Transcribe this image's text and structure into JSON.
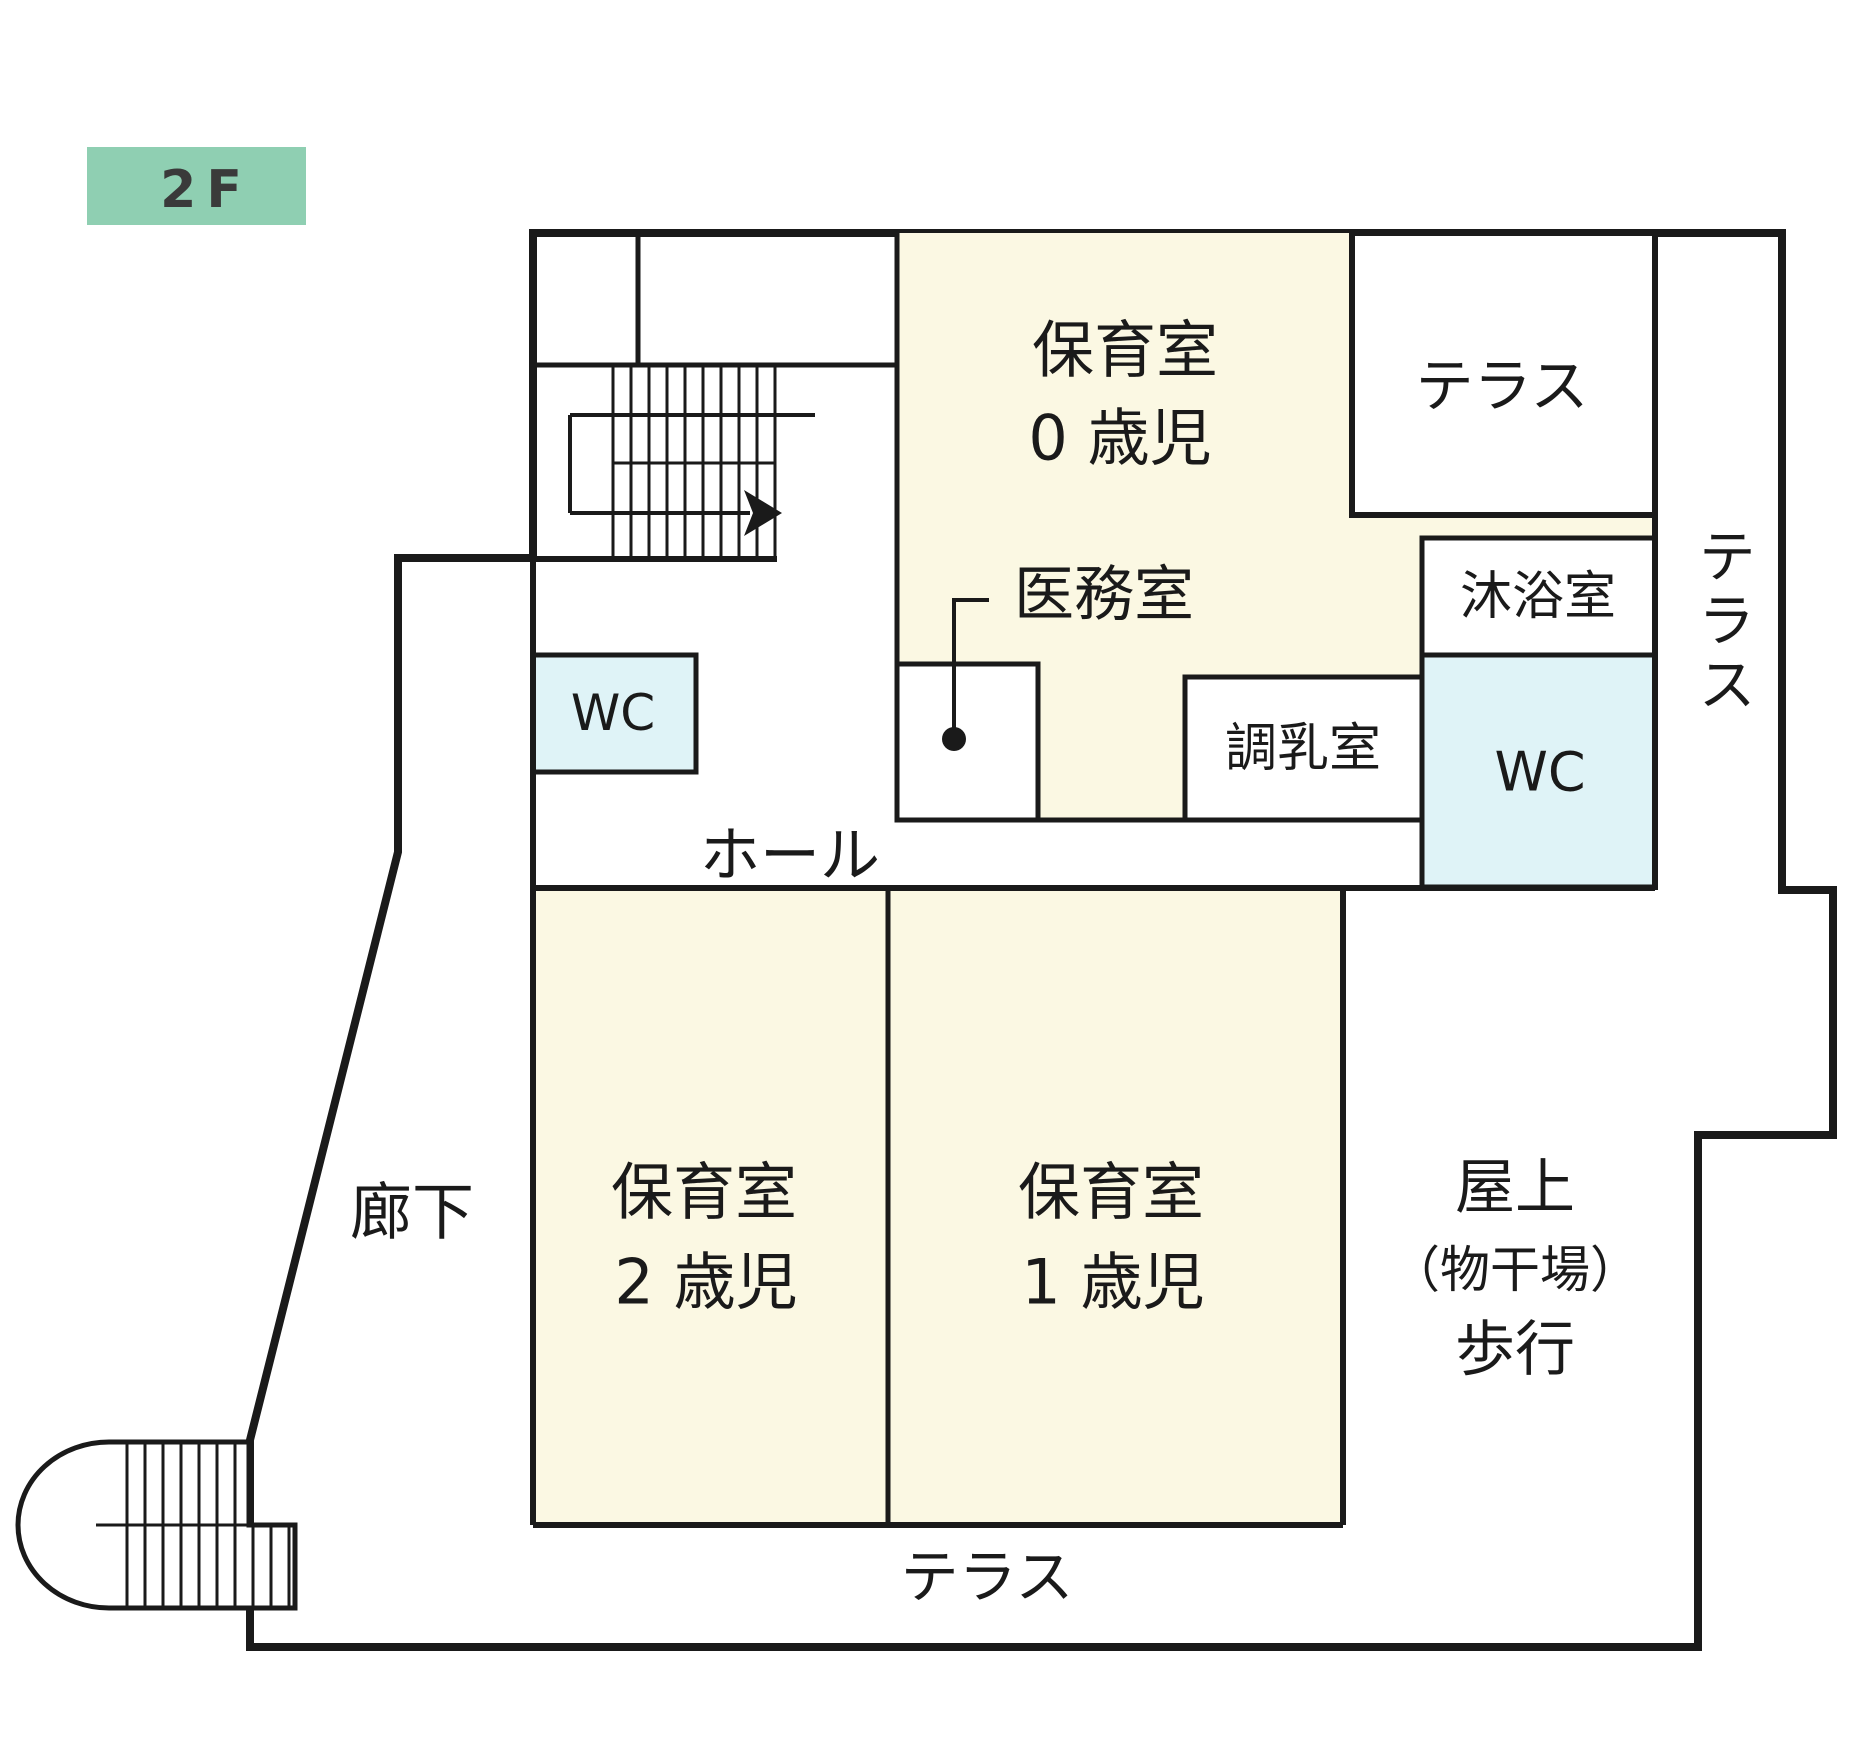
{
  "floor_badge": "2F",
  "colors": {
    "badge_bg": "#8FCFB2",
    "room_cream": "#FBF8E3",
    "wc_blue": "#DFF3F7",
    "wall": "#1a1a1a",
    "background": "#ffffff"
  },
  "rooms": {
    "nursery0": {
      "line1": "保育室",
      "line2": "0 歳児"
    },
    "nursery1": {
      "line1": "保育室",
      "line2": "1 歳児"
    },
    "nursery2": {
      "line1": "保育室",
      "line2": "2 歳児"
    },
    "terrace_top": "テラス",
    "terrace_right": "テラス",
    "terrace_bottom": "テラス",
    "bathing_room": "沐浴室",
    "milk_room": "調乳室",
    "medical_room": "医務室",
    "wc_left": "WC",
    "wc_right": "WC",
    "hall": "ホール",
    "corridor": "廊下",
    "rooftop": {
      "line1": "屋上",
      "line2": "（物干場）",
      "line3": "歩行"
    }
  }
}
